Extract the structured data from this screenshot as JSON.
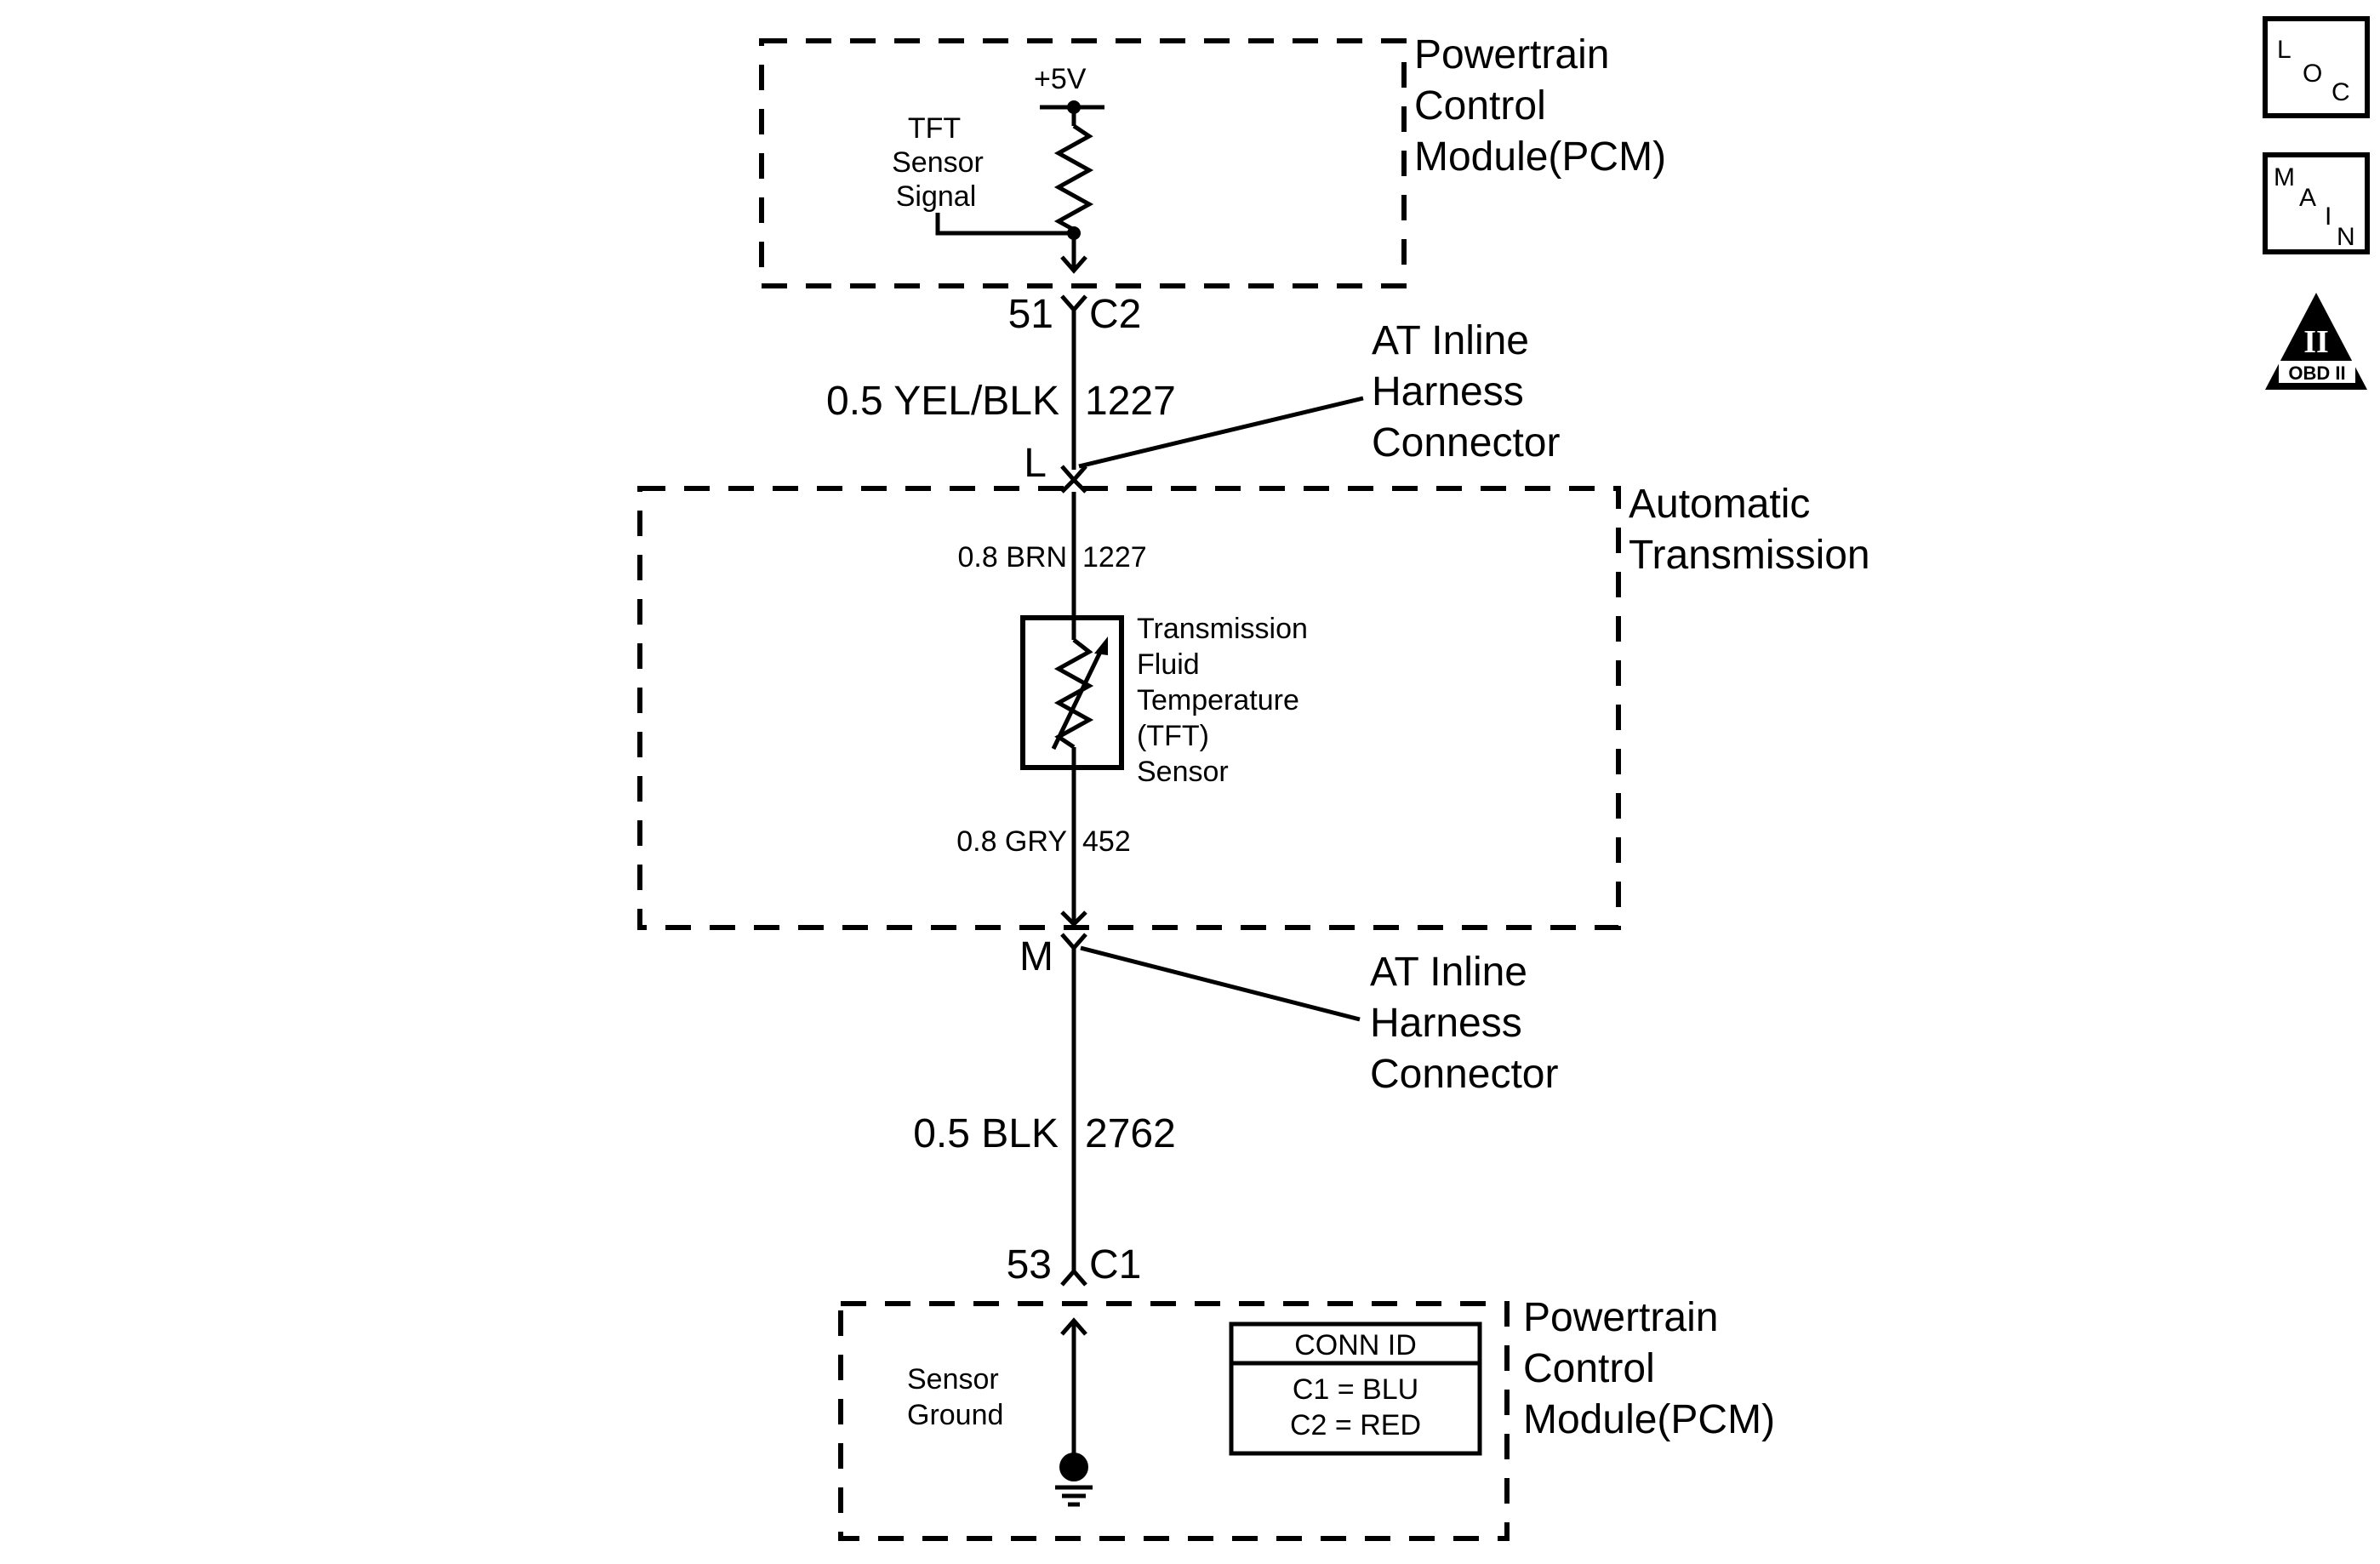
{
  "pcm_top": {
    "title_lines": [
      "Powertrain",
      "Control",
      "Module(PCM)"
    ],
    "voltage": "+5V",
    "signal_label_lines": [
      "TFT",
      "Sensor",
      "Signal"
    ]
  },
  "connector_c2": {
    "pin": "51",
    "id": "C2"
  },
  "wire_upper": {
    "label": "0.5 YEL/BLK",
    "circuit": "1227"
  },
  "inline_connector_top": {
    "pin": "L",
    "label_lines": [
      "AT Inline",
      "Harness",
      "Connector"
    ]
  },
  "transmission": {
    "title_lines": [
      "Automatic",
      "Transmission"
    ],
    "wire_in": {
      "label": "0.8 BRN",
      "circuit": "1227"
    },
    "sensor_label_lines": [
      "Transmission",
      "Fluid",
      "Temperature",
      "(TFT)",
      "Sensor"
    ],
    "wire_out": {
      "label": "0.8 GRY",
      "circuit": "452"
    }
  },
  "inline_connector_bottom": {
    "pin": "M",
    "label_lines": [
      "AT Inline",
      "Harness",
      "Connector"
    ]
  },
  "wire_lower": {
    "label": "0.5 BLK",
    "circuit": "2762"
  },
  "connector_c1": {
    "pin": "53",
    "id": "C1"
  },
  "pcm_bottom": {
    "title_lines": [
      "Powertrain",
      "Control",
      "Module(PCM)"
    ],
    "ground_label_lines": [
      "Sensor",
      "Ground"
    ],
    "conn_id": {
      "header": "CONN ID",
      "rows": [
        "C1 = BLU",
        "C2 = RED"
      ]
    }
  },
  "badges": {
    "loc": {
      "letters": [
        "L",
        "O",
        "C"
      ]
    },
    "main": {
      "letters": [
        "M",
        "A",
        "I",
        "N"
      ]
    },
    "obd": {
      "symbol": "II",
      "label": "OBD II"
    }
  }
}
